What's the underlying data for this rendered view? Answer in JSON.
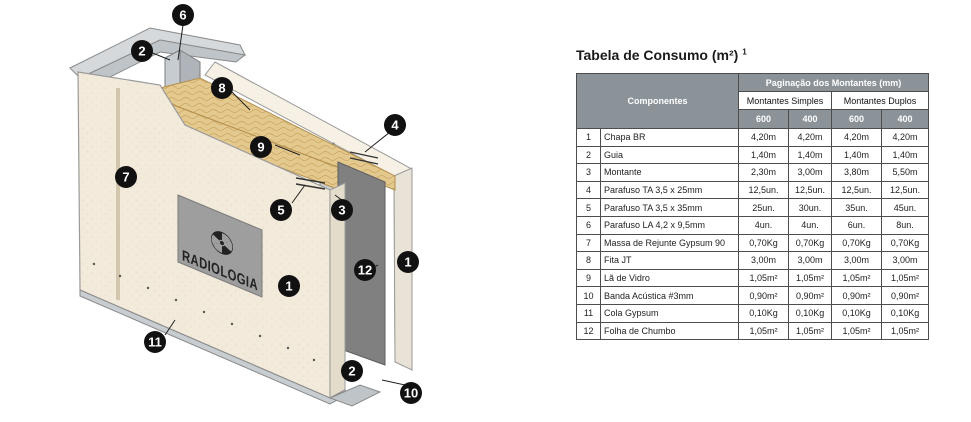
{
  "diagram": {
    "sign_text": "RADIOLOGIA",
    "markers": [
      {
        "id": "m6",
        "label": "6"
      },
      {
        "id": "m2a",
        "label": "2"
      },
      {
        "id": "m8",
        "label": "8"
      },
      {
        "id": "m9",
        "label": "9"
      },
      {
        "id": "m7",
        "label": "7"
      },
      {
        "id": "m4",
        "label": "4"
      },
      {
        "id": "m5",
        "label": "5"
      },
      {
        "id": "m3",
        "label": "3"
      },
      {
        "id": "m12",
        "label": "12"
      },
      {
        "id": "m1a",
        "label": "1"
      },
      {
        "id": "m1b",
        "label": "1"
      },
      {
        "id": "m11",
        "label": "11"
      },
      {
        "id": "m2b",
        "label": "2"
      },
      {
        "id": "m10",
        "label": "10"
      }
    ],
    "colors": {
      "board": "#f1e9d3",
      "marker": "#111111",
      "lead": "#7d7d7d",
      "wool": "#e2c78c",
      "sign": "#9e9e9e"
    }
  },
  "table": {
    "title": "Tabela de Consumo (m²)",
    "title_note": "1",
    "header": {
      "componentes": "Componentes",
      "paginacao": "Paginação dos Montantes (mm)",
      "simples": "Montantes Simples",
      "duplos": "Montantes Duplos",
      "spacings": [
        "600",
        "400",
        "600",
        "400"
      ]
    },
    "rows": [
      {
        "n": "1",
        "component": "Chapa BR",
        "values": [
          "4,20m",
          "4,20m",
          "4,20m",
          "4,20m"
        ]
      },
      {
        "n": "2",
        "component": "Guia",
        "values": [
          "1,40m",
          "1,40m",
          "1,40m",
          "1,40m"
        ]
      },
      {
        "n": "3",
        "component": "Montante",
        "values": [
          "2,30m",
          "3,00m",
          "3,80m",
          "5,50m"
        ]
      },
      {
        "n": "4",
        "component": "Parafuso TA 3,5 x 25mm",
        "values": [
          "12,5un.",
          "12,5un.",
          "12,5un.",
          "12,5un."
        ]
      },
      {
        "n": "5",
        "component": "Parafuso TA 3,5 x 35mm",
        "values": [
          "25un.",
          "30un.",
          "35un.",
          "45un."
        ]
      },
      {
        "n": "6",
        "component": "Parafuso LA 4,2 x 9,5mm",
        "values": [
          "4un.",
          "4un.",
          "6un.",
          "8un."
        ]
      },
      {
        "n": "7",
        "component": "Massa de Rejunte Gypsum 90",
        "values": [
          "0,70Kg",
          "0,70Kg",
          "0,70Kg",
          "0,70Kg"
        ]
      },
      {
        "n": "8",
        "component": "Fita JT",
        "values": [
          "3,00m",
          "3,00m",
          "3,00m",
          "3,00m"
        ]
      },
      {
        "n": "9",
        "component": "Lã de Vidro",
        "values": [
          "1,05m²",
          "1,05m²",
          "1,05m²",
          "1,05m²"
        ]
      },
      {
        "n": "10",
        "component": "Banda Acústica #3mm",
        "values": [
          "0,90m²",
          "0,90m²",
          "0,90m²",
          "0,90m²"
        ]
      },
      {
        "n": "11",
        "component": "Cola Gypsum",
        "values": [
          "0,10Kg",
          "0,10Kg",
          "0,10Kg",
          "0,10Kg"
        ]
      },
      {
        "n": "12",
        "component": "Folha de Chumbo",
        "values": [
          "1,05m²",
          "1,05m²",
          "1,05m²",
          "1,05m²"
        ]
      }
    ]
  }
}
